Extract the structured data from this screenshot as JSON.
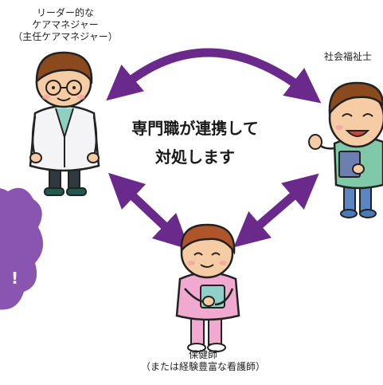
{
  "colors": {
    "arrow": "#6a2a8c",
    "badge": "#8a55b0",
    "coat": "#f4f4f6",
    "scrubs_social": "#7fc9a8",
    "scrubs_nurse": "#f2a9cf",
    "skin": "#f6cca4",
    "hair": "#8a4a1e"
  },
  "icons": [
    "care-manager-icon",
    "social-worker-icon",
    "public-health-nurse-icon",
    "bidirectional-arrow-icon",
    "speech-badge-icon"
  ],
  "center": {
    "line1": "専門職が連携して",
    "line2": "対処します"
  },
  "roles": {
    "manager": {
      "line1": "リーダー的な",
      "line2": "ケアマネジャー",
      "line3": "（主任ケアマネジャー）"
    },
    "social": {
      "line1": "社会福祉士"
    },
    "nurse": {
      "line1": "保健師",
      "line2": "（または経験豊富な看護師）"
    }
  },
  "badge": {
    "text": "!"
  }
}
